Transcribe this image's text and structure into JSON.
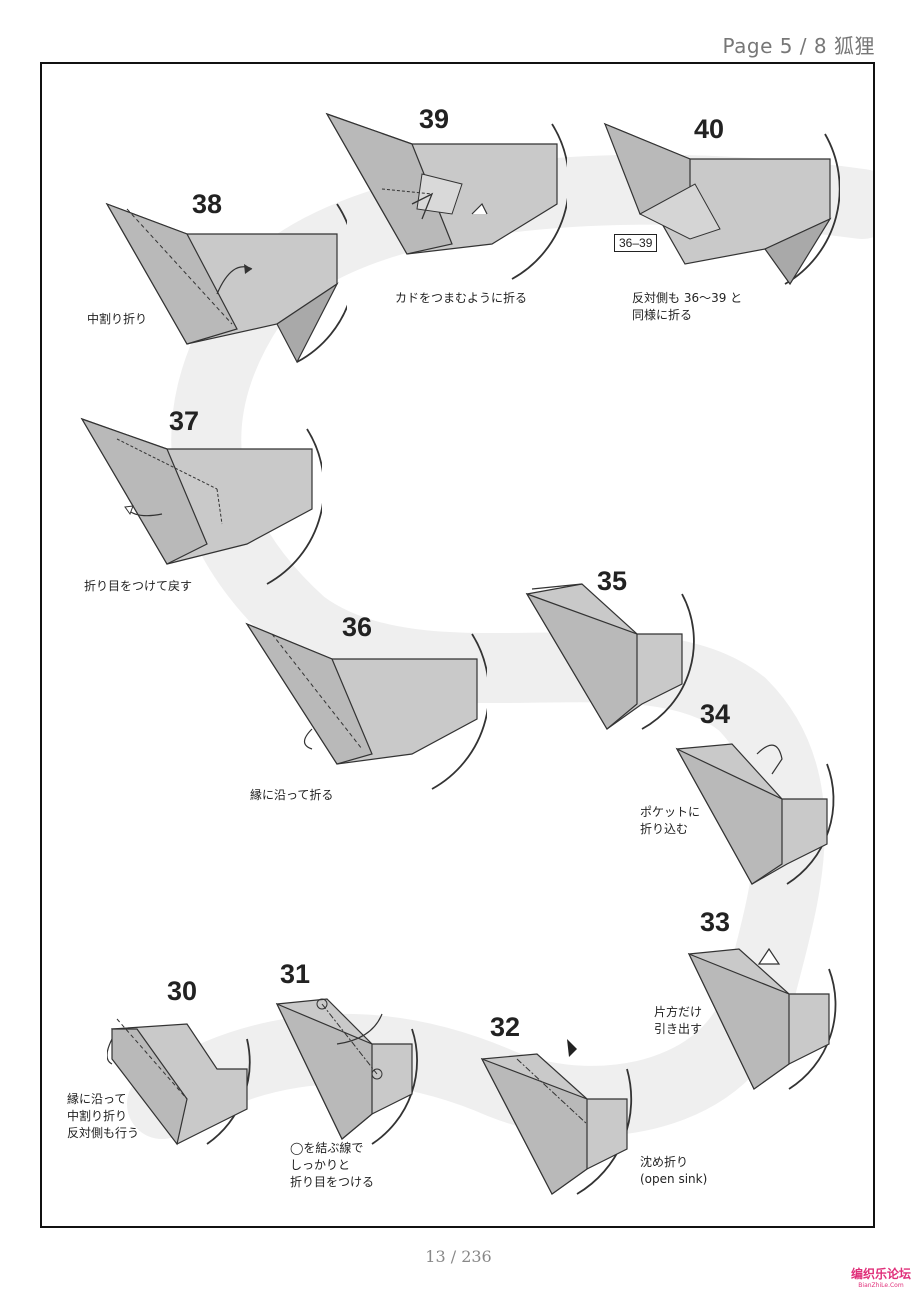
{
  "header": {
    "page_label": "Page 5 / 8 狐狸"
  },
  "steps": [
    {
      "num": "38",
      "caption": [
        "中割り折り"
      ]
    },
    {
      "num": "39",
      "caption": [
        "カドをつまむように折る"
      ]
    },
    {
      "num": "40",
      "caption": [
        "反対側も 36～39 と",
        "同様に折る"
      ],
      "ref": "36–39"
    },
    {
      "num": "37",
      "caption": [
        "折り目をつけて戻す"
      ]
    },
    {
      "num": "36",
      "caption": [
        "縁に沿って折る"
      ]
    },
    {
      "num": "35",
      "caption": []
    },
    {
      "num": "34",
      "caption": [
        "ポケットに",
        "折り込む"
      ]
    },
    {
      "num": "33",
      "caption": [
        "片方だけ",
        "引き出す"
      ]
    },
    {
      "num": "32",
      "caption": [
        "沈め折り",
        "(open sink)"
      ]
    },
    {
      "num": "31",
      "caption": [
        "◯を結ぶ線で",
        "しっかりと",
        "折り目をつける"
      ]
    },
    {
      "num": "30",
      "caption": [
        "縁に沿って",
        "中割り折り",
        "反対側も行う"
      ]
    }
  ],
  "footer": {
    "page_number": "13 / 236"
  },
  "watermark": {
    "cn": "编织乐论坛",
    "en": "BianZhiLe.Com"
  },
  "colors": {
    "paper_fill": "#c9c9c9",
    "paper_dark": "#a9a9a9",
    "line": "#333333",
    "watermark": "#e0307a",
    "path_band": "#efefef"
  }
}
